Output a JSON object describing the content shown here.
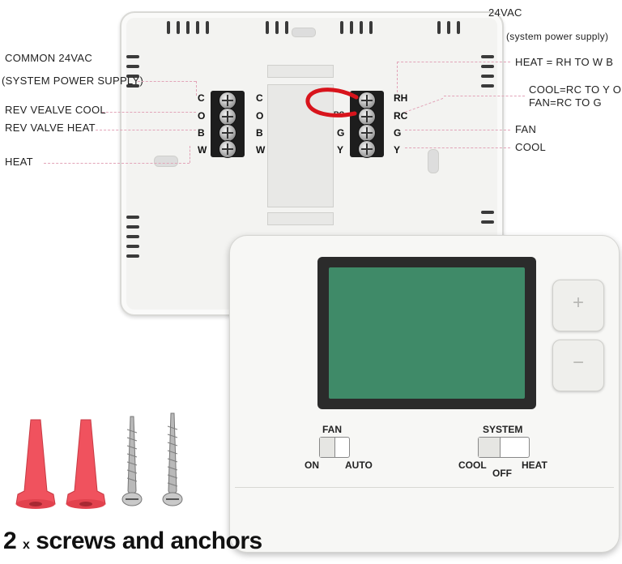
{
  "labels": {
    "vac_top": "24VAC",
    "sys_supply_top": "(system power supply)",
    "common": "COMMON 24VAC",
    "sys_supply_left": "(SYSTEM POWER SUPPLY)",
    "rev_cool": "REV VEALVE COOL",
    "rev_heat": "REV VALVE HEAT",
    "heat_left": "HEAT",
    "heat_rh": "HEAT = RH TO W B",
    "cool_rc": "COOL=RC TO  Y O",
    "fan_rc": "FAN=RC TO G",
    "fan": "FAN",
    "cool": "COOL"
  },
  "terminals": {
    "left_block": [
      "C",
      "O",
      "B",
      "W"
    ],
    "right_block": [
      "RH",
      "RC",
      "G",
      "Y"
    ],
    "right_block_left": [
      "RC",
      "G",
      "Y"
    ]
  },
  "thermostat": {
    "fan_title": "FAN",
    "fan_on": "ON",
    "fan_auto": "AUTO",
    "system_title": "SYSTEM",
    "sys_cool": "COOL",
    "sys_off": "OFF",
    "sys_heat": "HEAT",
    "up_symbol": "+",
    "down_symbol": "−"
  },
  "caption": {
    "count": "2",
    "x": "x",
    "text": "screws and anchors"
  },
  "colors": {
    "lcd": "#3f8a68",
    "anchor": "#f0525e",
    "jumper": "#d8141c",
    "callout": "#e2a4b8"
  }
}
